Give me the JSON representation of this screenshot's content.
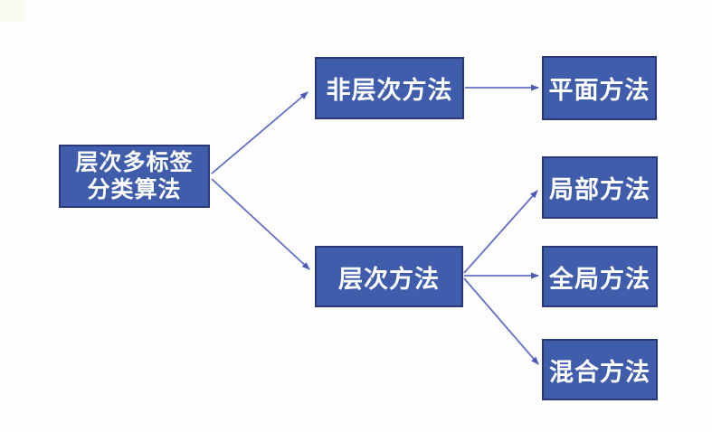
{
  "diagram": {
    "type": "hierarchy-flowchart",
    "colors": {
      "background": "#fdfdfd",
      "box_fill": "#3f5dab",
      "box_border": "#2a3878",
      "box_text": "#ffffff",
      "arrow": "#6470c6"
    },
    "nodes": {
      "root": {
        "label": "层次多标签分类算法",
        "line1": "层次多标签",
        "line2": "分类算法"
      },
      "non_hierarchical": {
        "label": "非层次方法"
      },
      "flat": {
        "label": "平面方法"
      },
      "hierarchical": {
        "label": "层次方法"
      },
      "local": {
        "label": "局部方法"
      },
      "global": {
        "label": "全局方法"
      },
      "hybrid": {
        "label": "混合方法"
      }
    },
    "edges": [
      {
        "from": "root",
        "to": "non_hierarchical"
      },
      {
        "from": "root",
        "to": "hierarchical"
      },
      {
        "from": "non_hierarchical",
        "to": "flat"
      },
      {
        "from": "hierarchical",
        "to": "local"
      },
      {
        "from": "hierarchical",
        "to": "global"
      },
      {
        "from": "hierarchical",
        "to": "hybrid"
      }
    ]
  }
}
